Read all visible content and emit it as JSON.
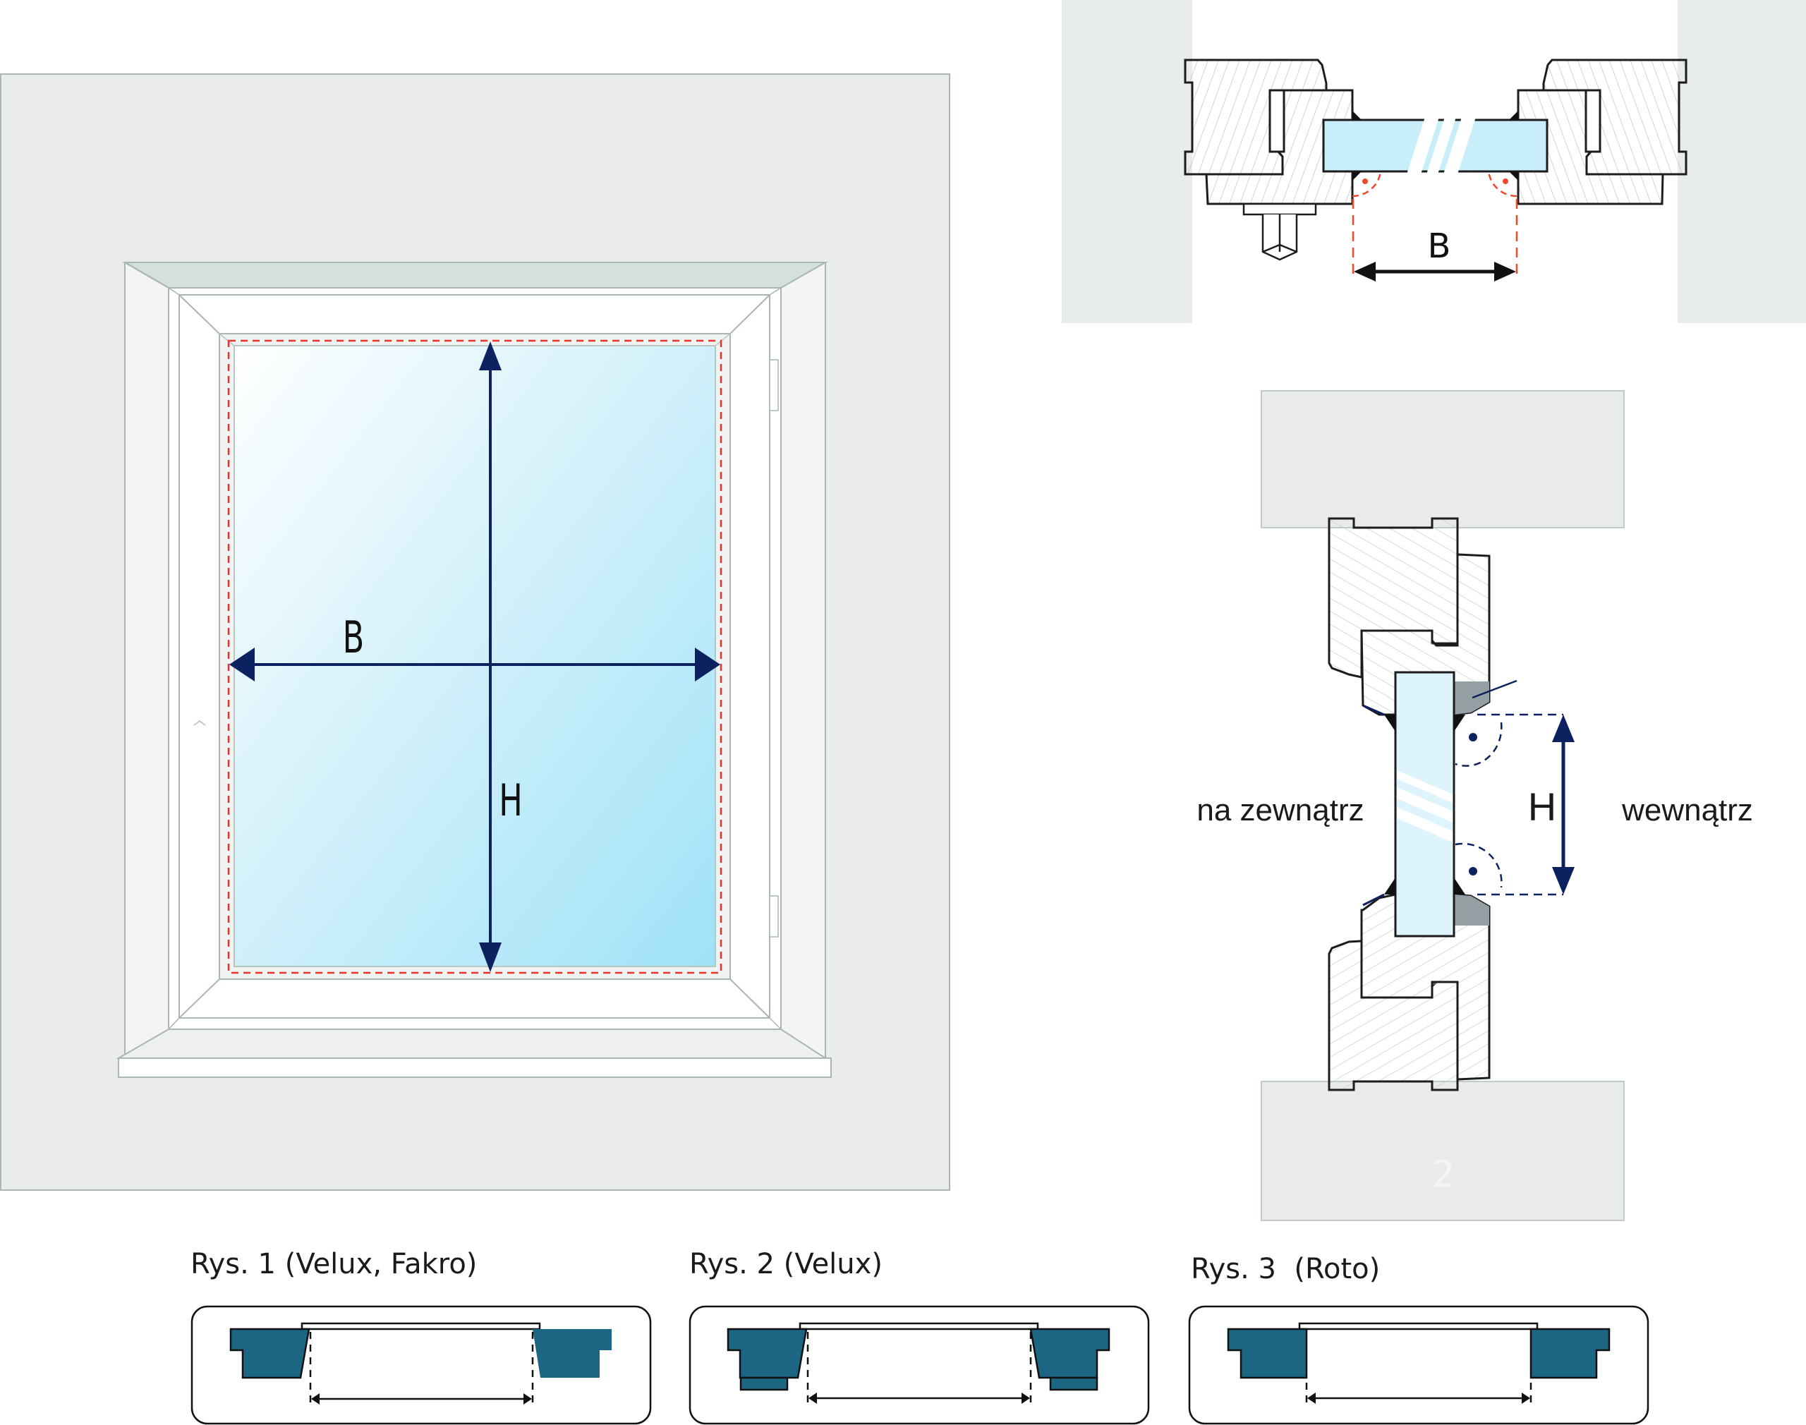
{
  "front_view": {
    "label_width": "B",
    "label_height": "H",
    "colors": {
      "wall": "#eaecea",
      "wall_edge": "#a9b6b1",
      "reveal_top": "#d4e0db",
      "frame": "#ffffff",
      "glass_light": "#ffffff",
      "glass_dark": "#9fe2f8",
      "measure_dash": "#e8322b",
      "arrow": "#0b2160"
    }
  },
  "horizontal_section": {
    "label_width": "B",
    "colors": {
      "wall": "#e8ecea",
      "glass": "#c8eefa",
      "outline": "#1c1c1c",
      "hatch": "#b9c4c0",
      "dash": "#f04a2a",
      "arrow": "#111111"
    }
  },
  "vertical_section": {
    "label_height": "H",
    "label_outside": "na zewnątrz",
    "label_inside": "wewnątrz",
    "wall_number": "2",
    "colors": {
      "wall": "#e8ebea",
      "glass": "#ddf4fc",
      "seal_gray": "#939fa3",
      "arrow": "#0b2160"
    }
  },
  "figures": [
    {
      "caption": "Rys. 1 (Velux, Fakro)",
      "variant": "velux-fakro"
    },
    {
      "caption": "Rys. 2 (Velux)",
      "variant": "velux"
    },
    {
      "caption": "Rys. 3  (Roto)",
      "variant": "roto"
    }
  ],
  "figure_colors": {
    "profile": "#1c6583",
    "outline": "#111111"
  }
}
